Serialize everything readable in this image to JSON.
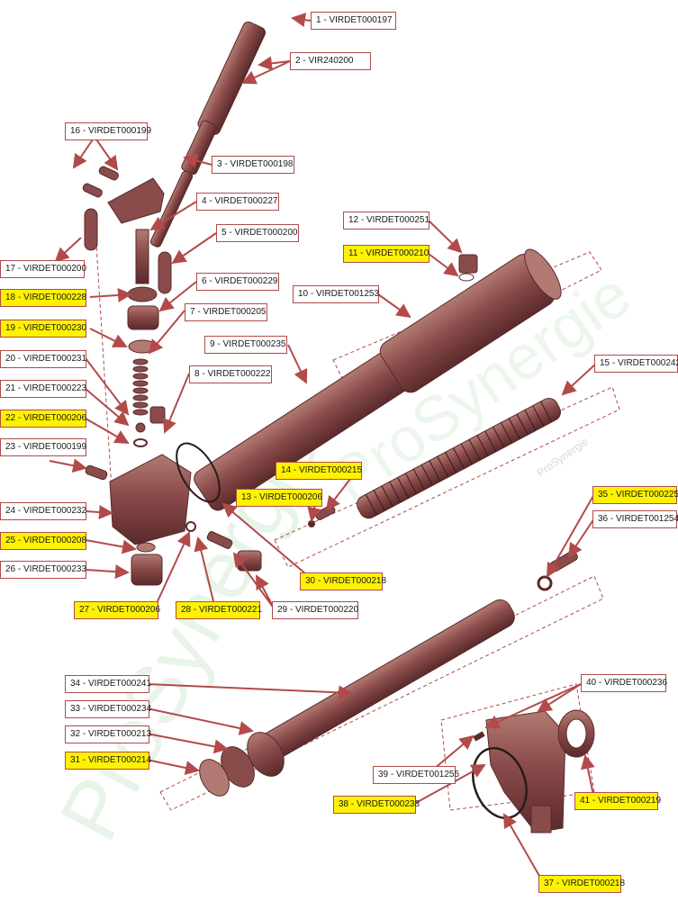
{
  "colors": {
    "part_body": "#8a4b4b",
    "part_dark": "#5a2a2a",
    "part_light": "#b27a72",
    "leader": "#b24a4a",
    "highlight": "#fff200",
    "watermark": "#d6ecd6"
  },
  "watermark": {
    "text": "ProSynergie"
  },
  "parts": [
    {
      "id": "p1",
      "label": "1 - VIRDET000197",
      "highlighted": false
    },
    {
      "id": "p2",
      "label": "2 - VIR240200",
      "highlighted": false
    },
    {
      "id": "p3",
      "label": "3 - VIRDET000198",
      "highlighted": false
    },
    {
      "id": "p4",
      "label": "4 - VIRDET000227",
      "highlighted": false
    },
    {
      "id": "p5",
      "label": "5 - VIRDET000200",
      "highlighted": false
    },
    {
      "id": "p6",
      "label": "6 - VIRDET000229",
      "highlighted": false
    },
    {
      "id": "p7",
      "label": "7 - VIRDET000205",
      "highlighted": false
    },
    {
      "id": "p8",
      "label": "8 - VIRDET000222",
      "highlighted": false
    },
    {
      "id": "p9",
      "label": "9 - VIRDET000235",
      "highlighted": false
    },
    {
      "id": "p10",
      "label": "10 - VIRDET001253",
      "highlighted": false
    },
    {
      "id": "p11",
      "label": "11 - VIRDET000210",
      "highlighted": true
    },
    {
      "id": "p12",
      "label": "12 - VIRDET000251",
      "highlighted": false
    },
    {
      "id": "p13",
      "label": "13 - VIRDET000206",
      "highlighted": true
    },
    {
      "id": "p14",
      "label": "14 - VIRDET000215",
      "highlighted": true
    },
    {
      "id": "p15",
      "label": "15 - VIRDET000242",
      "highlighted": false
    },
    {
      "id": "p16",
      "label": "16 - VIRDET000199",
      "highlighted": false
    },
    {
      "id": "p17",
      "label": "17 - VIRDET000200",
      "highlighted": false
    },
    {
      "id": "p18",
      "label": "18 - VIRDET000228",
      "highlighted": true
    },
    {
      "id": "p19",
      "label": "19 - VIRDET000230",
      "highlighted": true
    },
    {
      "id": "p20",
      "label": "20 - VIRDET000231",
      "highlighted": false
    },
    {
      "id": "p21",
      "label": "21 - VIRDET000223",
      "highlighted": false
    },
    {
      "id": "p22",
      "label": "22 - VIRDET000206",
      "highlighted": true
    },
    {
      "id": "p23",
      "label": "23 - VIRDET000199",
      "highlighted": false
    },
    {
      "id": "p24",
      "label": "24 - VIRDET000232",
      "highlighted": false
    },
    {
      "id": "p25",
      "label": "25 - VIRDET000208",
      "highlighted": true
    },
    {
      "id": "p26",
      "label": "26 - VIRDET000233",
      "highlighted": false
    },
    {
      "id": "p27",
      "label": "27 - VIRDET000206",
      "highlighted": true
    },
    {
      "id": "p28",
      "label": "28 - VIRDET000221",
      "highlighted": true
    },
    {
      "id": "p29",
      "label": "29 - VIRDET000220",
      "highlighted": false
    },
    {
      "id": "p30",
      "label": "30 - VIRDET000218",
      "highlighted": true
    },
    {
      "id": "p31",
      "label": "31 - VIRDET000214",
      "highlighted": true
    },
    {
      "id": "p32",
      "label": "32 - VIRDET000213",
      "highlighted": false
    },
    {
      "id": "p33",
      "label": "33 - VIRDET000234",
      "highlighted": false
    },
    {
      "id": "p34",
      "label": "34 - VIRDET000241",
      "highlighted": false
    },
    {
      "id": "p35",
      "label": "35 - VIRDET000225",
      "highlighted": true
    },
    {
      "id": "p36",
      "label": "36 - VIRDET001254",
      "highlighted": false
    },
    {
      "id": "p37",
      "label": "37 - VIRDET000218",
      "highlighted": true
    },
    {
      "id": "p38",
      "label": "38 - VIRDET000238",
      "highlighted": true
    },
    {
      "id": "p39",
      "label": "39 - VIRDET001255",
      "highlighted": false
    },
    {
      "id": "p40",
      "label": "40 - VIRDET000236",
      "highlighted": false
    },
    {
      "id": "p41",
      "label": "41 - VIRDET000219",
      "highlighted": true
    }
  ]
}
